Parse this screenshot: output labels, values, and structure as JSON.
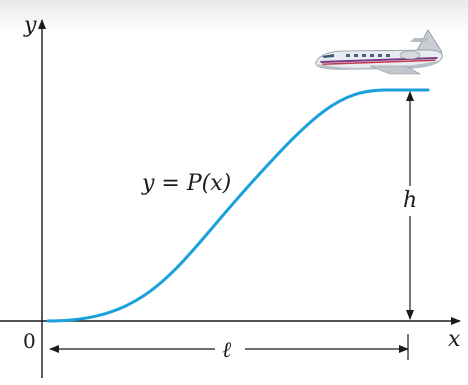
{
  "figure": {
    "y_axis_label": "y",
    "x_axis_label": "x",
    "origin_label": "0",
    "curve_label": "y = P(x)",
    "height_label": "h",
    "length_label": "ℓ"
  },
  "colors": {
    "background_top": "#efefef",
    "background": "#ffffff",
    "curve": "#1ba0dc",
    "axes": "#1a1a1a"
  },
  "icons": {
    "aircraft": "airplane-icon"
  }
}
